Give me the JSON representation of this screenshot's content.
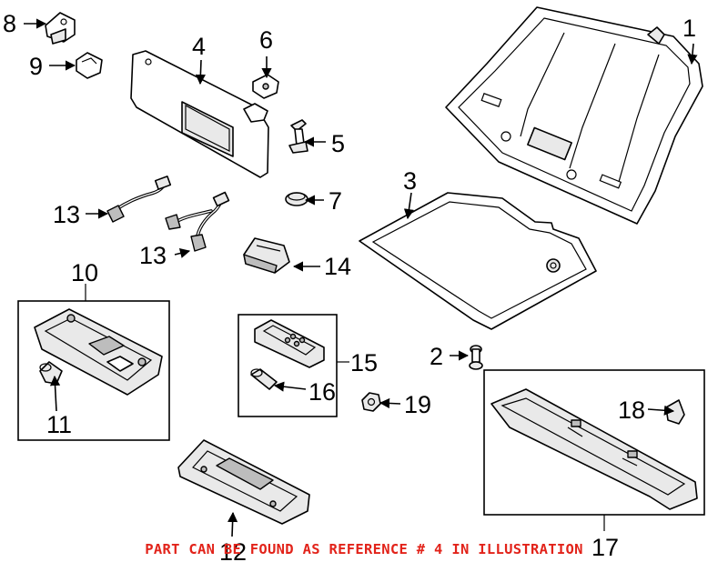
{
  "callouts": [
    {
      "id": "1",
      "text": "1"
    },
    {
      "id": "2",
      "text": "2"
    },
    {
      "id": "3",
      "text": "3"
    },
    {
      "id": "4",
      "text": "4"
    },
    {
      "id": "5",
      "text": "5"
    },
    {
      "id": "6",
      "text": "6"
    },
    {
      "id": "7",
      "text": "7"
    },
    {
      "id": "8",
      "text": "8"
    },
    {
      "id": "9",
      "text": "9"
    },
    {
      "id": "10",
      "text": "10"
    },
    {
      "id": "11",
      "text": "11"
    },
    {
      "id": "12",
      "text": "12"
    },
    {
      "id": "13a",
      "text": "13"
    },
    {
      "id": "13b",
      "text": "13"
    },
    {
      "id": "14",
      "text": "14"
    },
    {
      "id": "15",
      "text": "15"
    },
    {
      "id": "16",
      "text": "16"
    },
    {
      "id": "17",
      "text": "17"
    },
    {
      "id": "18",
      "text": "18"
    },
    {
      "id": "19",
      "text": "19"
    }
  ],
  "caption": "PART CAN BE FOUND AS REFERENCE # 4 IN ILLUSTRATION",
  "colors": {
    "caption": "#e2231a",
    "line": "#000000",
    "background": "#ffffff"
  }
}
